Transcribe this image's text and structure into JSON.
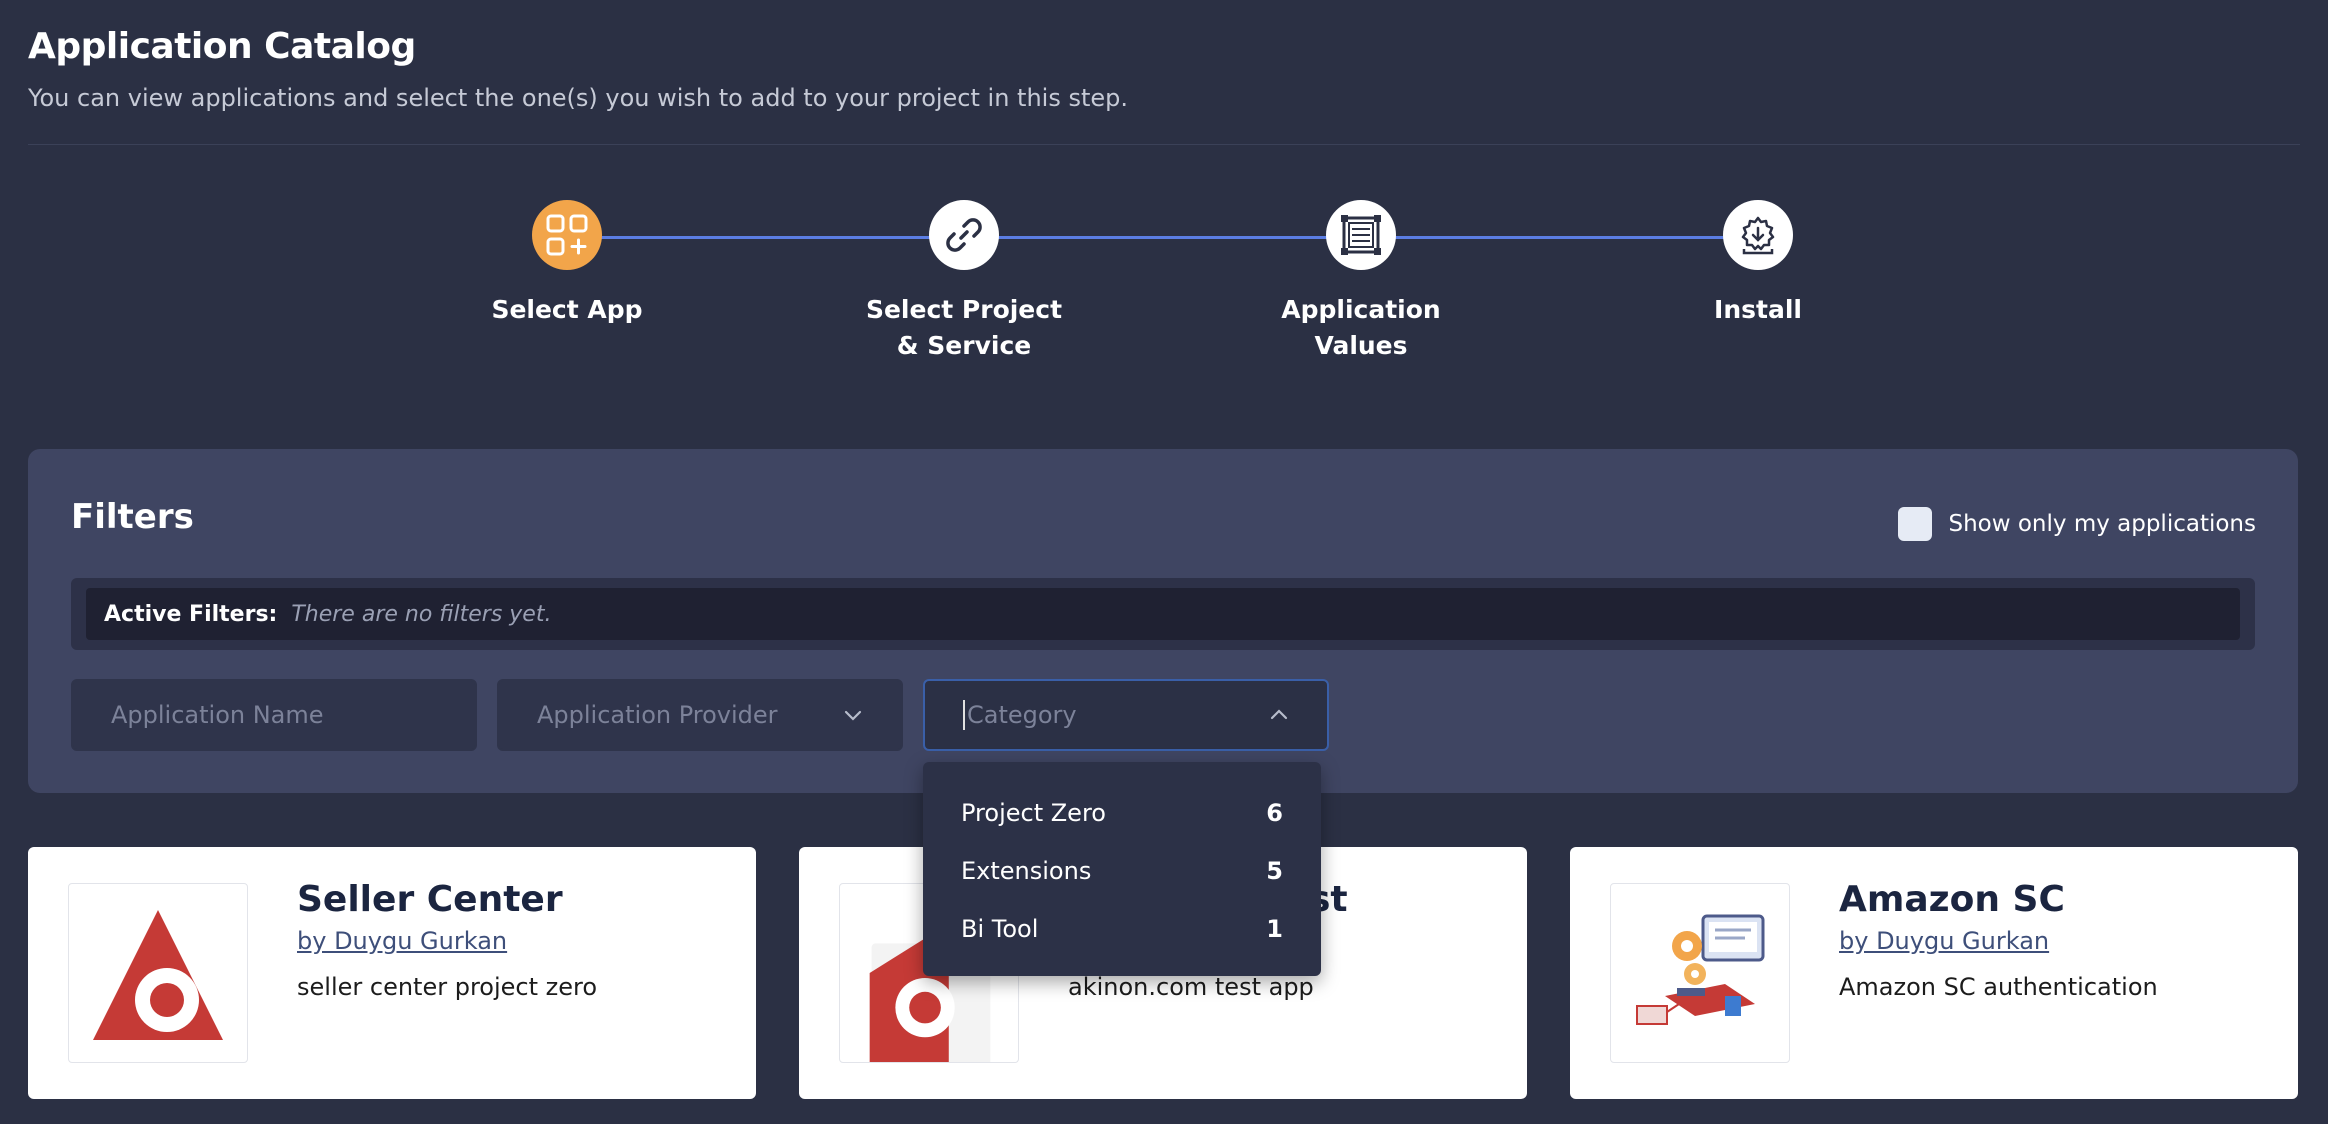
{
  "header": {
    "title": "Application Catalog",
    "subtitle": "You can view applications and select the one(s) you wish to add to your project in this step."
  },
  "stepper": {
    "steps": [
      {
        "line1": "Select App",
        "line2": "",
        "icon": "apps-add-icon",
        "active": true
      },
      {
        "line1": "Select Project",
        "line2": "& Service",
        "icon": "link-icon",
        "active": false
      },
      {
        "line1": "Application",
        "line2": "Values",
        "icon": "config-frame-icon",
        "active": false
      },
      {
        "line1": "Install",
        "line2": "",
        "icon": "gear-download-icon",
        "active": false
      }
    ]
  },
  "filters": {
    "title": "Filters",
    "show_only_mine_label": "Show only my applications",
    "show_only_mine_checked": false,
    "active_filters_label": "Active Filters:",
    "active_filters_empty": "There are no filters yet.",
    "name_placeholder": "Application Name",
    "provider_placeholder": "Application Provider",
    "category_placeholder": "Category"
  },
  "category_dropdown": {
    "open": true,
    "options": [
      {
        "label": "Project Zero",
        "count": "6"
      },
      {
        "label": "Extensions",
        "count": "5"
      },
      {
        "label": "Bi Tool",
        "count": "1"
      }
    ]
  },
  "cards": [
    {
      "title": "Seller Center",
      "author": "by Duygu Gurkan",
      "description": "seller center project zero",
      "logo": "akinon-logo-icon"
    },
    {
      "title": "st",
      "author": "",
      "description": "akinon.com test app",
      "logo": "akinon-logo-partial-icon"
    },
    {
      "title": "Amazon SC",
      "author": "by Duygu Gurkan",
      "description": "Amazon SC authentication",
      "logo": "integration-illustration-icon"
    }
  ],
  "colors": {
    "background": "#2b3044",
    "panel": "#3f4562",
    "accent_orange": "#f2a54a",
    "step_line": "#5b7de3",
    "brand_red": "#c53a36",
    "card_title": "#1b2540"
  }
}
